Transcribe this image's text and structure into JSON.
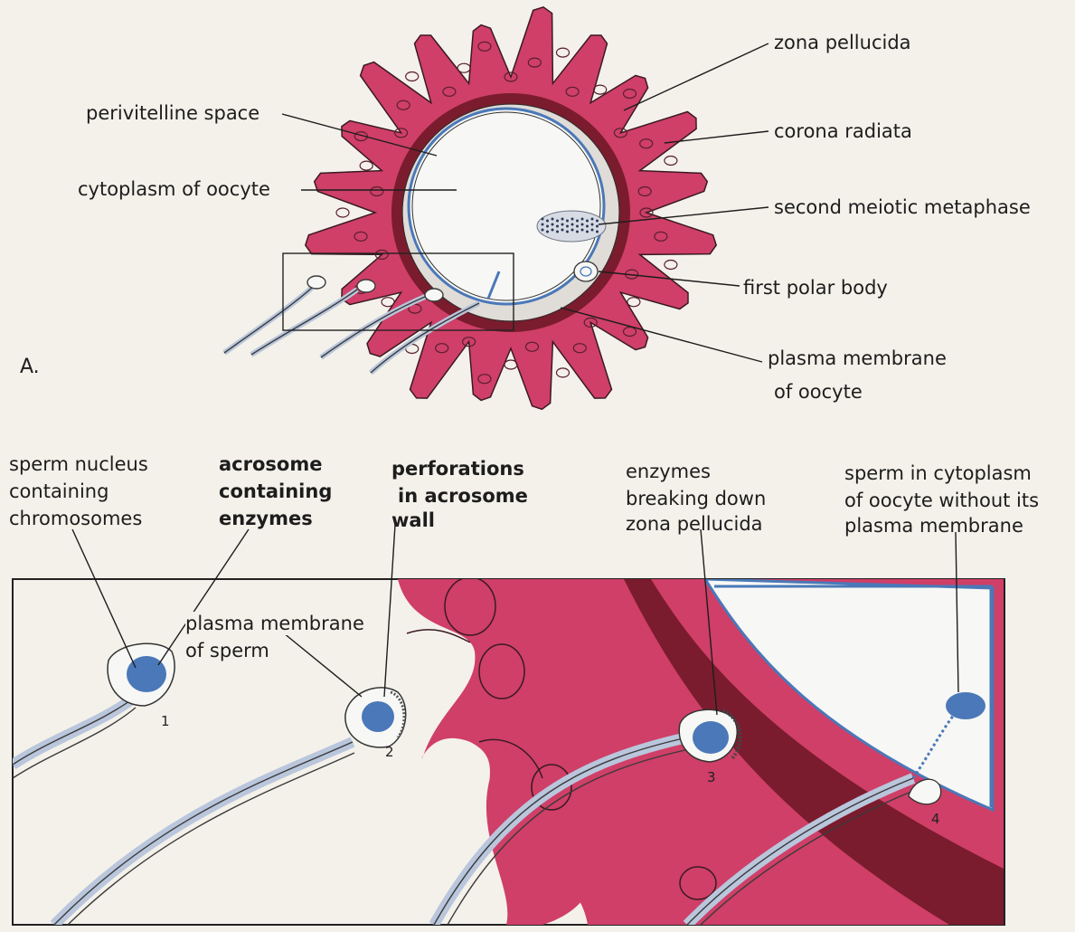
{
  "panel_a": {
    "panel_letter": "A.",
    "labels": {
      "zona_pellucida": "zona pellucida",
      "corona_radiata": "corona radiata",
      "second_meiotic_metaphase": "second meiotic metaphase",
      "first_polar_body": "first polar body",
      "plasma_membrane_line1": "plasma membrane",
      "plasma_membrane_line2": "of oocyte",
      "perivitelline_space": "perivitelline space",
      "cytoplasm_of_oocyte": "cytoplasm of oocyte"
    }
  },
  "panel_b": {
    "labels": {
      "sperm_nucleus": [
        "sperm nucleus",
        "containing",
        "chromosomes"
      ],
      "acrosome": [
        "acrosome",
        "containing",
        "enzymes"
      ],
      "perforations": [
        "perforations",
        "in acrosome",
        "wall"
      ],
      "enzymes": [
        "enzymes",
        "breaking down",
        "zona pellucida"
      ],
      "sperm_in_cytoplasm": [
        "sperm in cytoplasm",
        "of oocyte without its",
        "plasma membrane"
      ],
      "sperm_plasma_membrane": [
        "plasma membrane",
        "of sperm"
      ]
    },
    "stage_numbers": [
      "1",
      "2",
      "3",
      "4"
    ]
  },
  "colors": {
    "corona": "#cf3f67",
    "zona": "#7a1c2e",
    "sperm_blue": "#4a78b8",
    "cytoplasm": "#f7f7f5",
    "line": "#1d1d1d",
    "paper": "#f4f1ea"
  }
}
